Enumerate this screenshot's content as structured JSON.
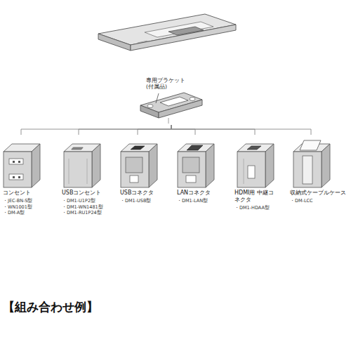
{
  "diagram": {
    "nodes": [
      {
        "text": [
          "専用ブラケット (付属品)"
        ]
      },
      {
        "text": [
          "コンセント",
          "・JEC-BN-S型",
          "・WN1001型",
          "・DM-A型"
        ]
      },
      {
        "text": [
          "USBコンセント",
          "・DM1-U1P2型",
          "・DM1-WN1481型",
          "・DM1-RU1P24型"
        ]
      },
      {
        "text": [
          "USBコネクタ",
          "・DM1-USB型"
        ]
      },
      {
        "text": [
          "LANコネクタ",
          "・DM1-LAN型"
        ]
      },
      {
        "text": [
          "HDMI用 中継コネクタ",
          "・DM1-HDAA型"
        ]
      },
      {
        "text": [
          "収納式ケーブルケース",
          "・DM-LCC"
        ]
      }
    ],
    "edges": [
      {
        "from": 0,
        "to": 1,
        "arrow": "none"
      },
      {
        "from": 0,
        "to": 2,
        "arrow": "none"
      },
      {
        "from": 0,
        "to": 3,
        "arrow": "none"
      },
      {
        "from": 0,
        "to": 4,
        "arrow": "none"
      },
      {
        "from": 0,
        "to": 5,
        "arrow": "none"
      },
      {
        "from": 0,
        "to": 6,
        "arrow": "none"
      }
    ],
    "labels": [
      "【組み合わせ例】"
    ]
  }
}
